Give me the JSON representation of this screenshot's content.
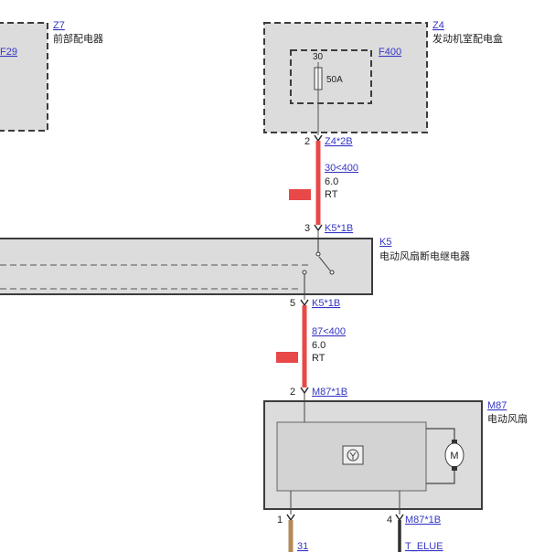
{
  "colors": {
    "box_fill": "#dcdcdc",
    "inner_fill": "#d3d3d3",
    "link": "#3535c6"
  },
  "z7": {
    "id": "Z7",
    "name": "前部配电器",
    "fuse": "F29"
  },
  "z4": {
    "id": "Z4",
    "name": "发动机室配电盒",
    "fuse": {
      "id": "F400",
      "pin": "30",
      "rating": "50A",
      "icon": "fuse-icon"
    }
  },
  "k5": {
    "id": "K5",
    "name": "电动风扇断电继电器",
    "icon": "relay-switch-icon"
  },
  "m87": {
    "id": "M87",
    "name": "电动风扇",
    "module_icon": "electronics-icon",
    "motor": {
      "symbol": "M",
      "icon": "motor-icon"
    }
  },
  "connectors": [
    {
      "pin": "2",
      "label": "Z4*2B"
    },
    {
      "pin": "3",
      "label": "K5*1B"
    },
    {
      "pin": "5",
      "label": "K5*1B"
    },
    {
      "pin": "2",
      "label": "M87*1B"
    },
    {
      "pin": "1"
    },
    {
      "pin": "4",
      "label": "M87*1B"
    }
  ],
  "wires": [
    {
      "signal": "30<400",
      "gauge": "6.0",
      "color_code": "RT",
      "color_hex": "#e84848"
    },
    {
      "signal": "87<400",
      "gauge": "6.0",
      "color_code": "RT",
      "color_hex": "#e84848"
    },
    {
      "signal": "31",
      "color_hex": "#b38a5a"
    },
    {
      "signal": "T_ELUE",
      "color_hex": "#303030"
    }
  ]
}
